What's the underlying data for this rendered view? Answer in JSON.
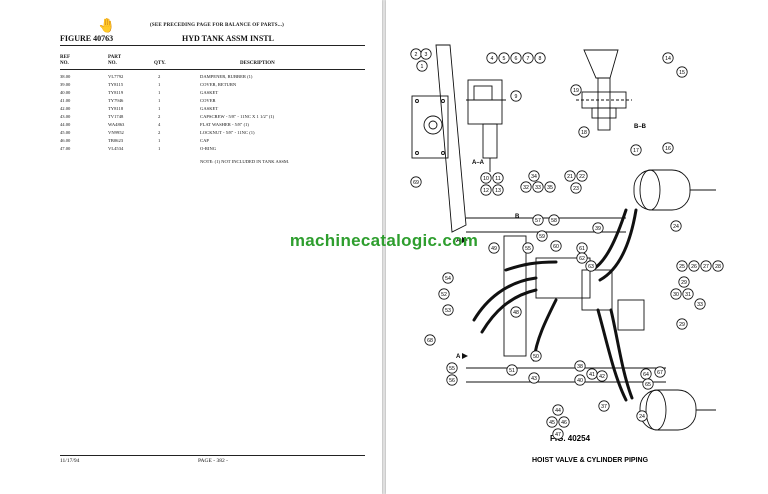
{
  "left_page": {
    "note_top": "(SEE PRECEDING PAGE FOR BALANCE OF PARTS...)",
    "logo_glyph": "🤚",
    "figure": "FIGURE 40763",
    "title": "HYD TANK ASSM INSTL",
    "headers": {
      "ref_a": "REF",
      "ref_b": "NO.",
      "part_a": "PART",
      "part_b": "NO.",
      "qty": "QTY.",
      "desc": "DESCRIPTION"
    },
    "rows": [
      {
        "ref": "38.00",
        "part": "VL7792",
        "qty": "2",
        "desc": "DAMPENER, RUBBER (1)"
      },
      {
        "ref": "39.00",
        "part": "TY8115",
        "qty": "1",
        "desc": "COVER, RETURN"
      },
      {
        "ref": "40.00",
        "part": "TY8119",
        "qty": "1",
        "desc": "GASKET"
      },
      {
        "ref": "41.00",
        "part": "TY7946",
        "qty": "1",
        "desc": "COVER"
      },
      {
        "ref": "42.00",
        "part": "TY8118",
        "qty": "1",
        "desc": "GASKET"
      },
      {
        "ref": "43.00",
        "part": "TV1748",
        "qty": "2",
        "desc": "CAPSCREW - 5/8\" - 11NC X 1 1/2\" (1)"
      },
      {
        "ref": "44.00",
        "part": "WA4863",
        "qty": "4",
        "desc": "FLAT WASHER - 5/8\" (1)"
      },
      {
        "ref": "45.00",
        "part": "VN9952",
        "qty": "2",
        "desc": "LOCKNUT - 5/8\" - 11NC (1)"
      },
      {
        "ref": "46.00",
        "part": "TB0623",
        "qty": "1",
        "desc": "CAP"
      },
      {
        "ref": "47.00",
        "part": "VL4534",
        "qty": "1",
        "desc": "O-RING"
      }
    ],
    "note": "NOTE: (1) NOT INCLUDED IN TANK ASSM.",
    "date": "11/17/94",
    "page": "PAGE - 382 -"
  },
  "watermark": "machinecatalogic.com",
  "right_page": {
    "section_a": "A–A",
    "section_b": "B–B",
    "marker_a": "A",
    "marker_b": "B",
    "fig": "FIG. 40254",
    "caption": "HOIST VALVE & CYLINDER PIPING",
    "callouts": {
      "c1": "1",
      "c2": "2",
      "c3": "3",
      "c4": "4",
      "c5": "5",
      "c6": "6",
      "c7": "7",
      "c8": "8",
      "c9": "9",
      "c10": "10",
      "c11": "11",
      "c12": "12",
      "c13": "13",
      "c14": "14",
      "c15": "15",
      "c16": "16",
      "c17": "17",
      "c18": "18",
      "c19": "19",
      "c21": "21",
      "c22": "22",
      "c23": "23",
      "c24": "24",
      "c25": "25",
      "c26": "26",
      "c27": "27",
      "c28": "28",
      "c29": "29",
      "c30": "30",
      "c31": "31",
      "c32": "32",
      "c33": "33",
      "c34": "34",
      "c35": "35",
      "c37": "37",
      "c38": "38",
      "c39": "39",
      "c40": "40",
      "c41": "41",
      "c42": "42",
      "c43": "43",
      "c44": "44",
      "c45": "45",
      "c46": "46",
      "c47": "47",
      "c48": "48",
      "c49": "49",
      "c50": "50",
      "c51": "51",
      "c52": "52",
      "c53": "53",
      "c54": "54",
      "c55": "55",
      "c56": "56",
      "c57": "57",
      "c58": "58",
      "c59": "59",
      "c60": "60",
      "c61": "61",
      "c62": "62",
      "c63": "63",
      "c64": "64",
      "c65": "65",
      "c67": "67",
      "c68": "68",
      "c69": "69"
    }
  }
}
